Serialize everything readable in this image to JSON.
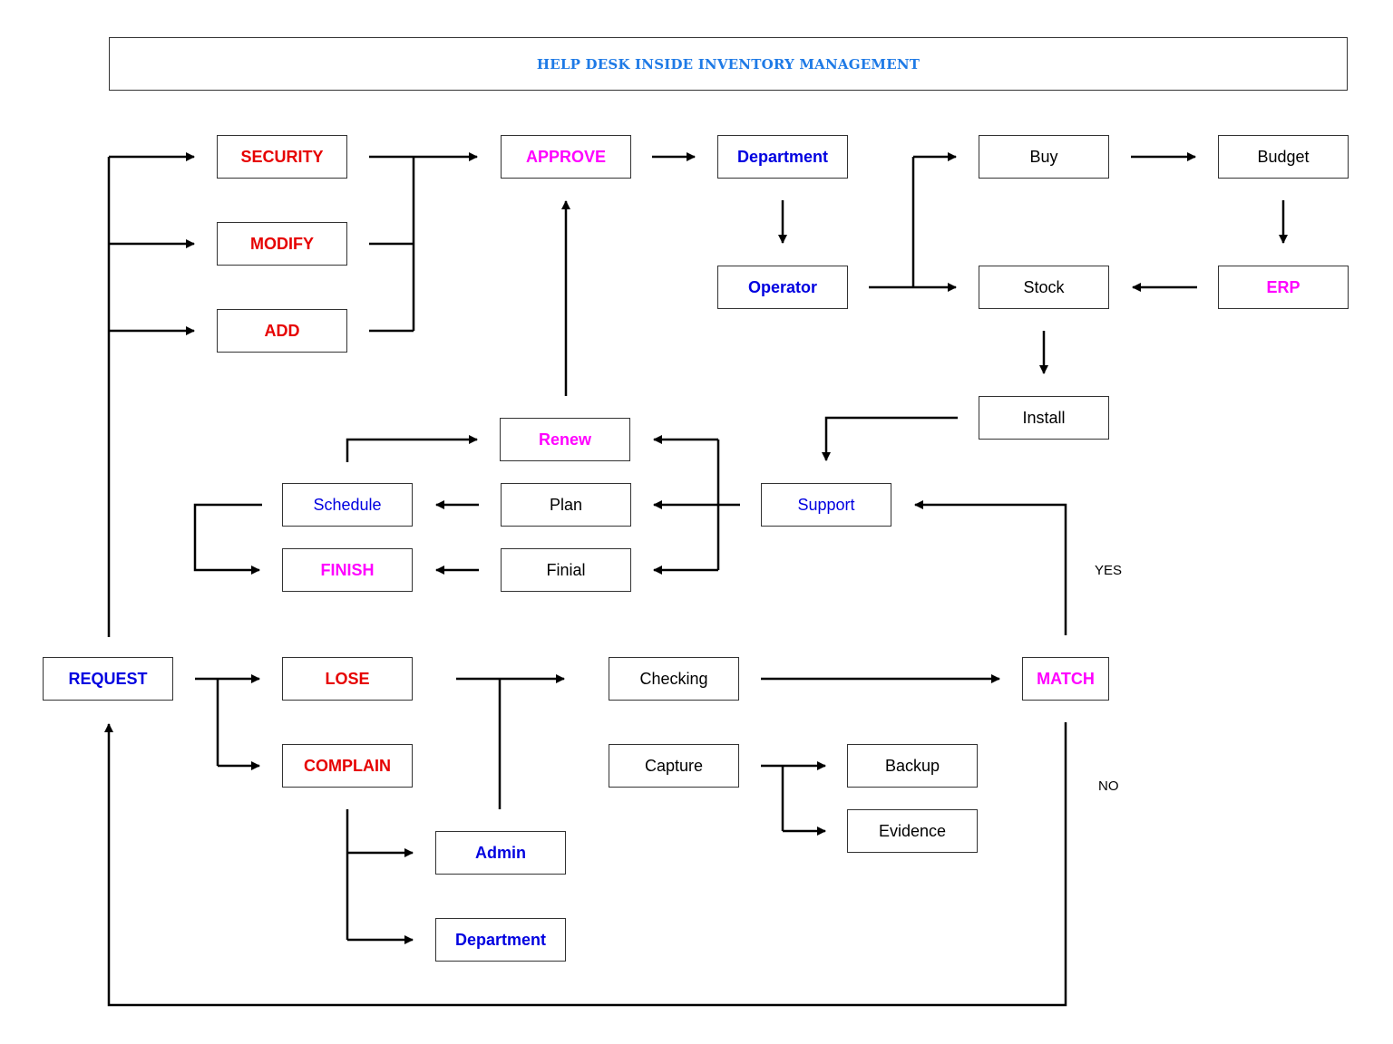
{
  "title": "HELP DESK INSIDE INVENTORY MANAGEMENT",
  "nodes": {
    "security": "SECURITY",
    "modify": "MODIFY",
    "add": "ADD",
    "approve": "APPROVE",
    "department_top": "Department",
    "operator": "Operator",
    "buy": "Buy",
    "budget": "Budget",
    "stock": "Stock",
    "erp": "ERP",
    "install": "Install",
    "renew": "Renew",
    "schedule": "Schedule",
    "plan": "Plan",
    "support": "Support",
    "finish": "FINISH",
    "finial": "Finial",
    "request": "REQUEST",
    "lose": "LOSE",
    "checking": "Checking",
    "match": "MATCH",
    "complain": "COMPLAIN",
    "capture": "Capture",
    "backup": "Backup",
    "evidence": "Evidence",
    "admin": "Admin",
    "department_bottom": "Department"
  },
  "labels": {
    "yes": "YES",
    "no": "NO"
  },
  "colors": {
    "title": "#1e7ae6",
    "red": "#e60000",
    "magenta": "#ff00ff",
    "blue": "#0000e0",
    "line": "#000000"
  }
}
